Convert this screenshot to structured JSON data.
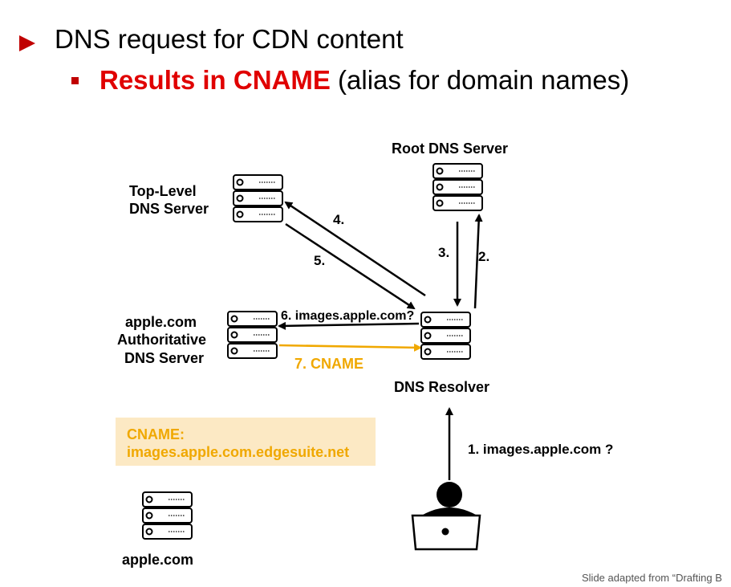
{
  "title": {
    "line1": "DNS request for CDN content",
    "line2_highlight": "Results in CNAME",
    "line2_rest": " (alias for domain names)"
  },
  "colors": {
    "accent": "#c00000",
    "cname": "#f0a800",
    "cname_bg": "#fce9c4"
  },
  "nodes": {
    "root": "Root DNS Server",
    "tld_1": "Top-Level",
    "tld_2": "DNS Server",
    "auth_1": "apple.com",
    "auth_2": "Authoritative",
    "auth_3": "DNS Server",
    "resolver": "DNS Resolver",
    "apple": "apple.com"
  },
  "steps": {
    "s1": "1. images.apple.com ?",
    "s2": "2.",
    "s3": "3.",
    "s4": "4.",
    "s5": "5.",
    "s6": "6. images.apple.com?",
    "s7": "7. CNAME"
  },
  "cname_box": {
    "line1": "CNAME:",
    "line2": "images.apple.com.edgesuite.net"
  },
  "footer": "Slide adapted from “Drafting B"
}
